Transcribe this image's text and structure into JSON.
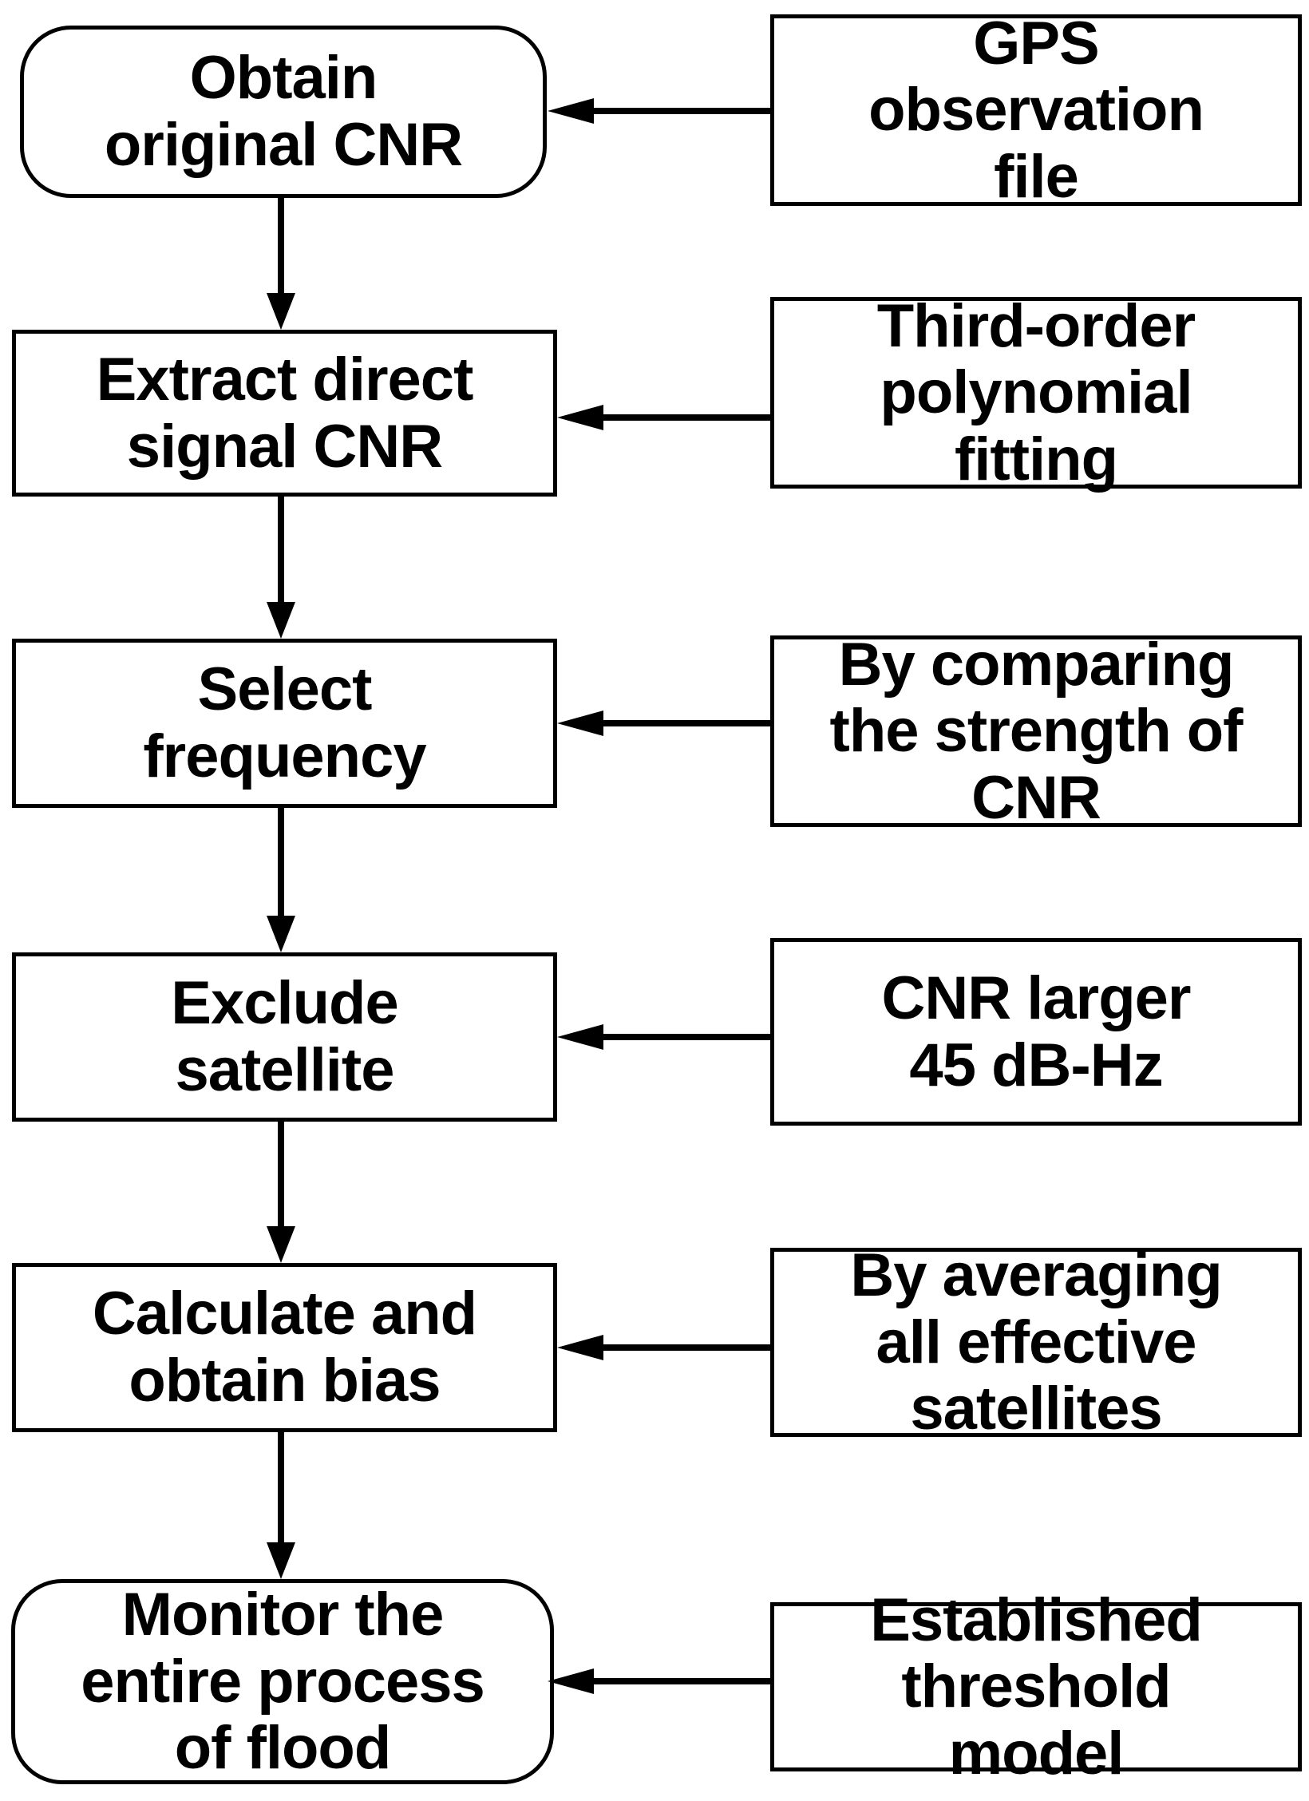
{
  "colors": {
    "background": "#ffffff",
    "line": "#000000",
    "text": "#000000"
  },
  "flow": {
    "rows": [
      {
        "step": {
          "label": "Obtain\noriginal CNR",
          "shape": "rounded"
        },
        "note": {
          "label": "GPS\nobservation\nfile"
        }
      },
      {
        "step": {
          "label": "Extract direct\nsignal CNR",
          "shape": "rect"
        },
        "note": {
          "label": "Third-order\npolynomial\nfitting"
        }
      },
      {
        "step": {
          "label": "Select\nfrequency",
          "shape": "rect"
        },
        "note": {
          "label": "By comparing\nthe strength of\nCNR"
        }
      },
      {
        "step": {
          "label": "Exclude\nsatellite",
          "shape": "rect"
        },
        "note": {
          "label": "CNR larger\n45 dB-Hz"
        }
      },
      {
        "step": {
          "label": "Calculate and\nobtain bias",
          "shape": "rect"
        },
        "note": {
          "label": "By averaging\nall effective\nsatellites"
        }
      },
      {
        "step": {
          "label": "Monitor the\nentire process\nof flood",
          "shape": "rounded"
        },
        "note": {
          "label": "Established\nthreshold\nmodel"
        }
      }
    ]
  }
}
